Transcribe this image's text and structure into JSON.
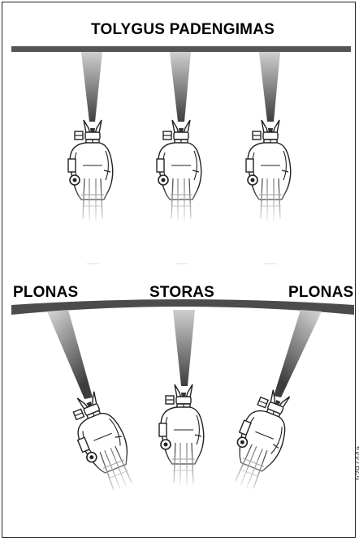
{
  "panel_top": {
    "title": "TOLYGUS PADENGIMAS"
  },
  "panel_bottom": {
    "label_left": "PLONAS",
    "label_center": "STORAS",
    "label_right": "PLONAS"
  },
  "figure_ref": "ti29744a",
  "colors": {
    "surface": "#555555",
    "spray_dark": "#4a4a4a",
    "spray_light": "#ffffff",
    "outline": "#222222"
  }
}
